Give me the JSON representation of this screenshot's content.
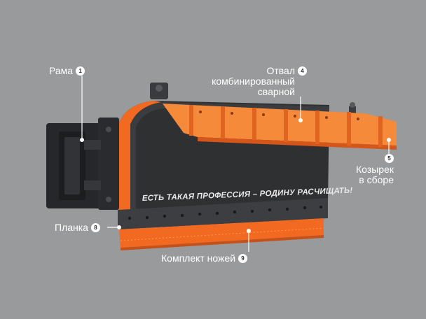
{
  "colors": {
    "background": "#999a9b",
    "body": "#2f3032",
    "orange": "#f26a21",
    "text": "#ffffff"
  },
  "callouts": [
    {
      "id": "frame",
      "label": "Рама",
      "number": "1"
    },
    {
      "id": "moldboard",
      "label_lines": [
        "Отвал",
        "комбинированный",
        "сварной"
      ],
      "number": "4"
    },
    {
      "id": "visor",
      "label_lines": [
        "Козырек",
        "в сборе"
      ],
      "number": "5"
    },
    {
      "id": "strip",
      "label": "Планка",
      "number": "8"
    },
    {
      "id": "blades",
      "label": "Комплект ножей",
      "number": "9"
    }
  ],
  "slogan": "ЕСТЬ ТАКАЯ ПРОФЕССИЯ – РОДИНУ РАСЧИЩАТЬ!"
}
